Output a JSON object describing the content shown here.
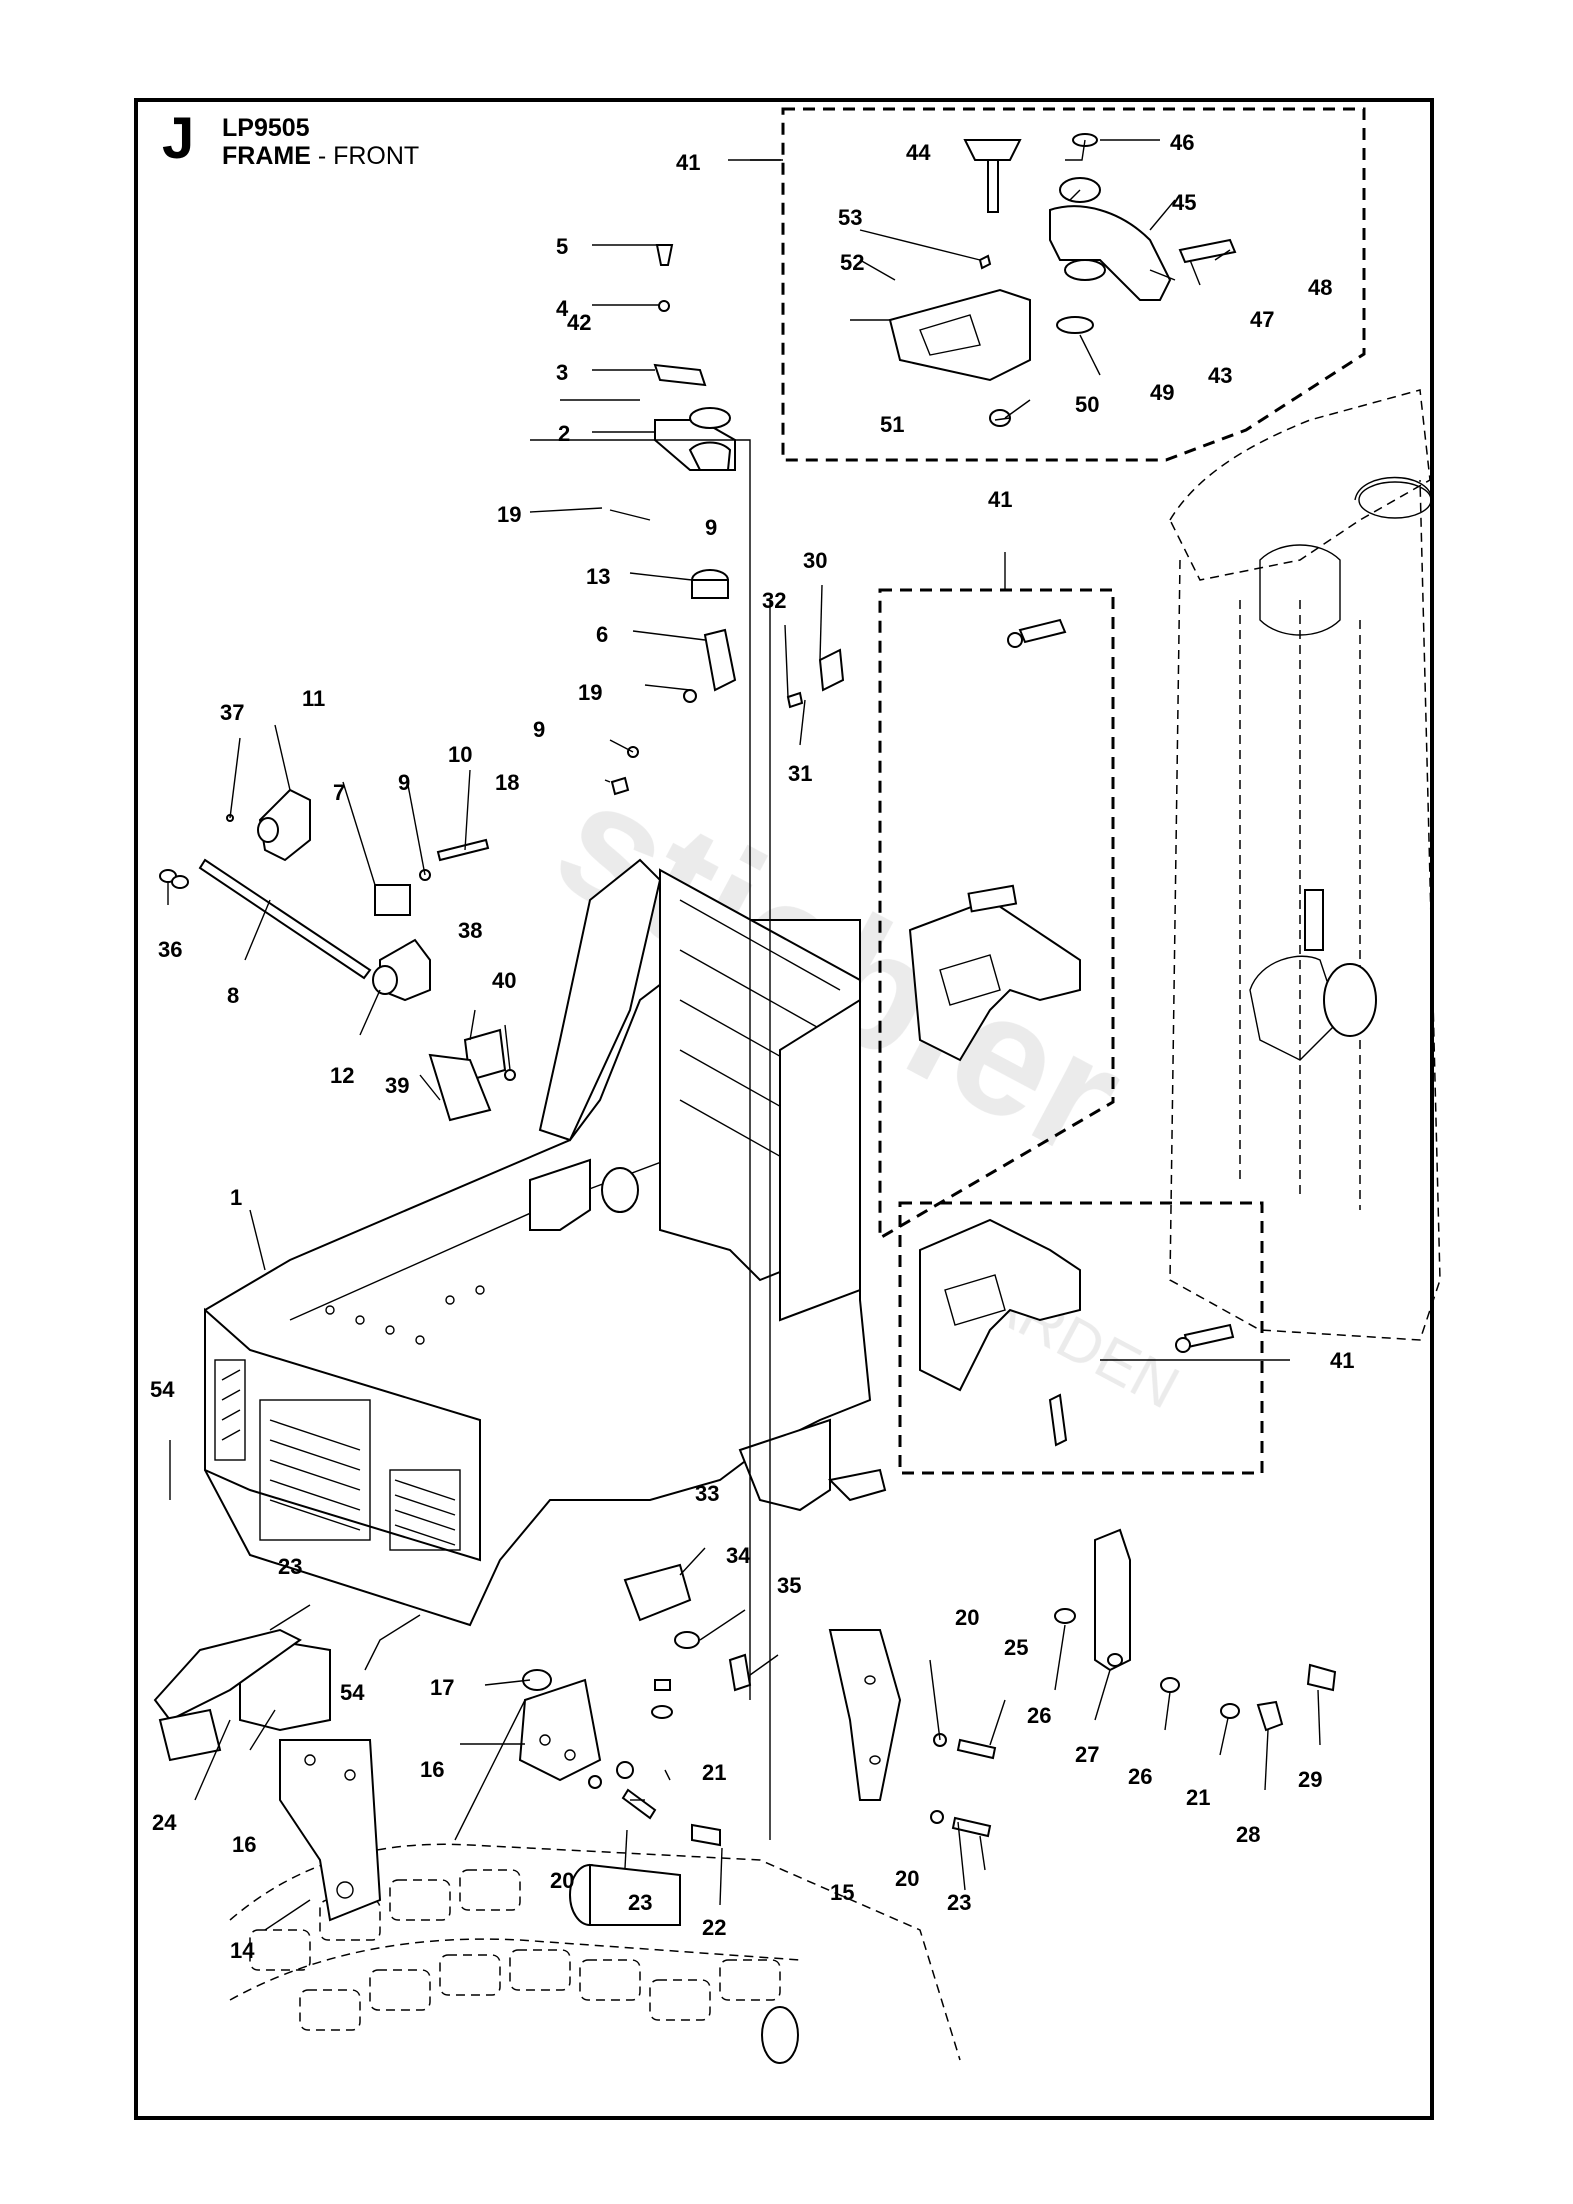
{
  "header": {
    "section_letter": "J",
    "model": "LP9505",
    "title_bold": "FRAME",
    "title_rest": " - FRONT"
  },
  "watermark": {
    "text": "stiebler",
    "sub_text": "GARDEN",
    "color": "#e9e9e9"
  },
  "callouts": [
    "1",
    "2",
    "3",
    "4",
    "5",
    "6",
    "7",
    "8",
    "9",
    "9",
    "9",
    "10",
    "11",
    "12",
    "13",
    "14",
    "15",
    "16",
    "16",
    "17",
    "18",
    "19",
    "19",
    "20",
    "20",
    "20",
    "21",
    "21",
    "22",
    "23",
    "23",
    "23",
    "24",
    "25",
    "26",
    "26",
    "27",
    "28",
    "29",
    "30",
    "31",
    "32",
    "33",
    "34",
    "35",
    "36",
    "37",
    "38",
    "39",
    "40",
    "41",
    "41",
    "41",
    "42",
    "43",
    "44",
    "45",
    "46",
    "47",
    "48",
    "49",
    "50",
    "51",
    "52",
    "53",
    "54",
    "54"
  ]
}
